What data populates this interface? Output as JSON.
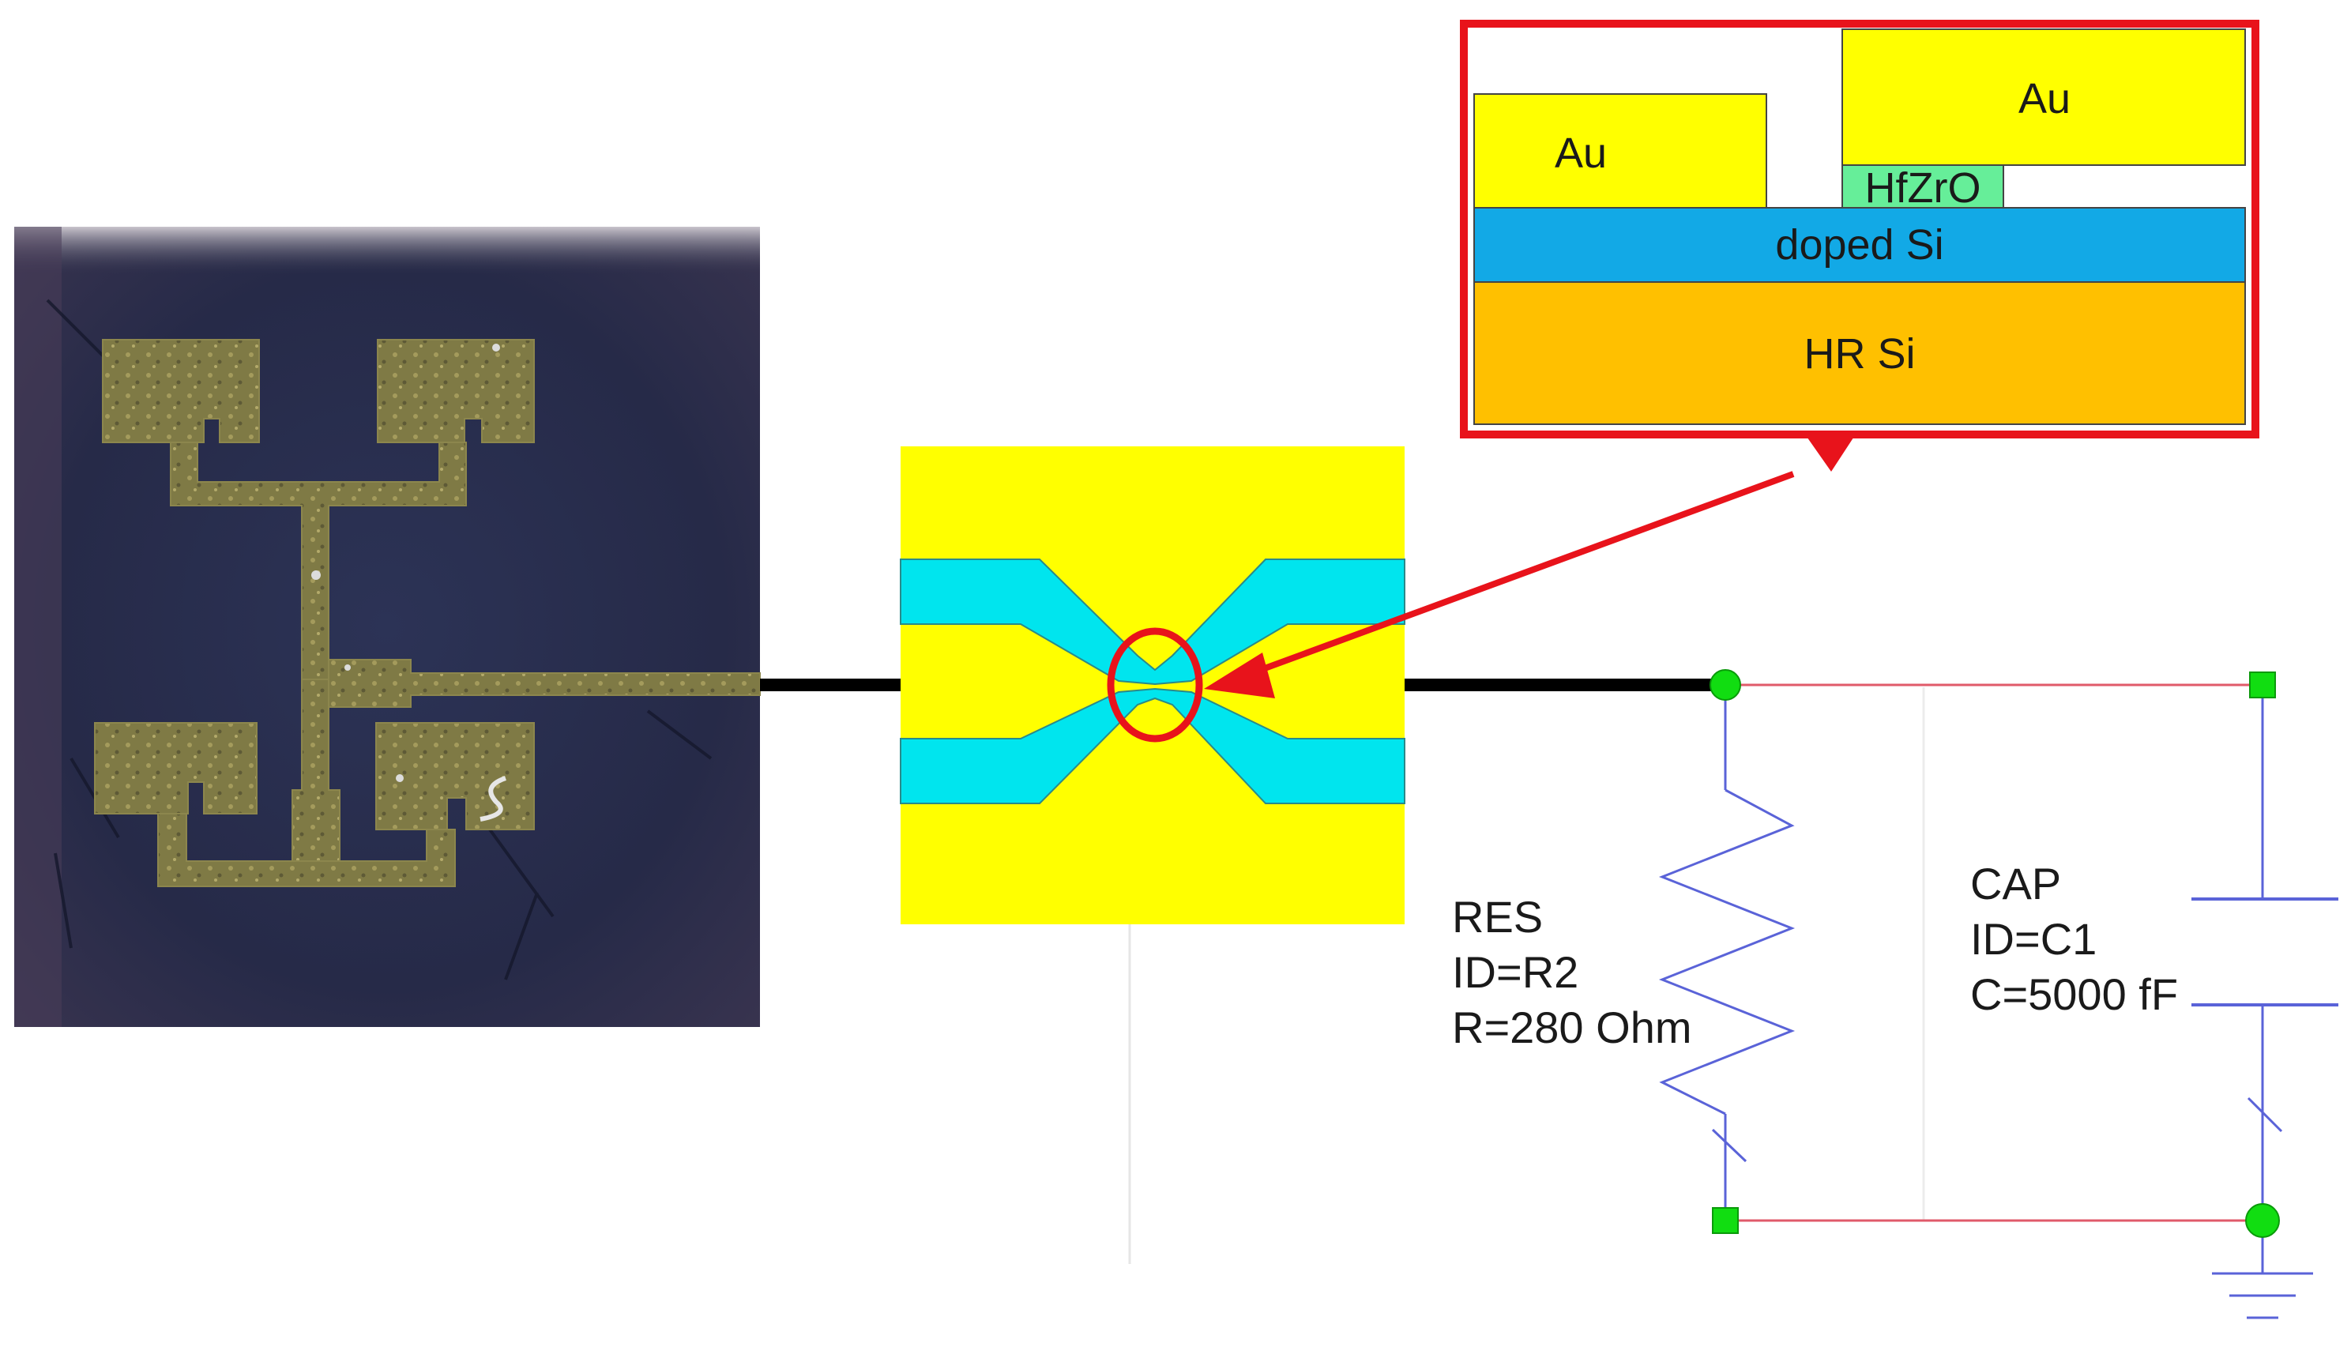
{
  "cross_section": {
    "top_left_metal": "Au",
    "top_right_metal": "Au",
    "dielectric": "HfZrO",
    "doped_layer": "doped Si",
    "substrate": "HR Si"
  },
  "resistor": {
    "type": "RES",
    "id": "ID=R2",
    "value": "R=280 Ohm"
  },
  "capacitor": {
    "type": "CAP",
    "id": "ID=C1",
    "value": "C=5000 fF"
  },
  "colors": {
    "gold": "#ffff00",
    "cyan": "#00e5ee",
    "dielectric": "#66ee99",
    "doped_si": "#12a9e6",
    "substrate": "#ffc000",
    "highlight": "#e8131b",
    "node": "#11dd11",
    "wire": "#e05a6a",
    "component": "#5a63d8"
  },
  "icons": {
    "photo": "micrograph-photo",
    "ground": "ground-icon"
  }
}
